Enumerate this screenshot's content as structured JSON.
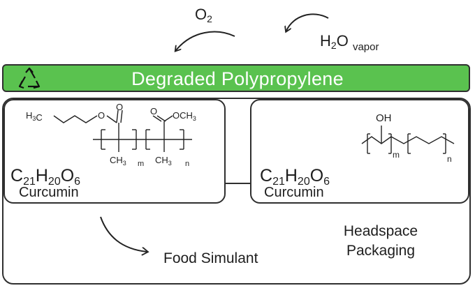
{
  "banner": {
    "title": "Degraded Polypropylene",
    "icon": "recycle-icon",
    "color": "#5ac24f"
  },
  "top_arrows": {
    "oxygen": {
      "base": "O",
      "sub": "2"
    },
    "water": {
      "base": "H",
      "sub": "2",
      "rest": "O",
      "phase": "vapor"
    }
  },
  "left_card": {
    "formula": {
      "c": "C",
      "c_n": "21",
      "h": "H",
      "h_n": "20",
      "o": "O",
      "o_n": "6"
    },
    "compound": "Curcumin",
    "structure_labels": {
      "chain_end": "H3C",
      "ester1": "O",
      "ester1_o": "O",
      "ester2_o": "O",
      "ester2_methyl": "OCH3",
      "methyl1": "CH3",
      "methyl2": "CH3",
      "sub_m": "m",
      "sub_n": "n"
    }
  },
  "right_card": {
    "formula": {
      "c": "C",
      "c_n": "21",
      "h": "H",
      "h_n": "20",
      "o": "O",
      "o_n": "6"
    },
    "compound": "Curcumin",
    "structure_labels": {
      "hydroxyl": "OH",
      "sub_m": "m",
      "sub_n": "n"
    }
  },
  "bottom": {
    "food_simulant": "Food Simulant",
    "headspace_line1": "Headspace",
    "headspace_line2": "Packaging"
  }
}
